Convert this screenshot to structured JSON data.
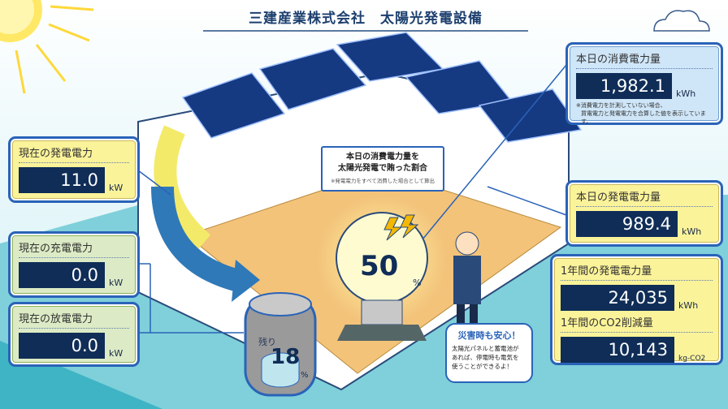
{
  "header": {
    "title": "三建産業株式会社　太陽光発電設備"
  },
  "left": {
    "current_generation": {
      "label": "現在の発電電力",
      "value": "11.0",
      "unit": "kW"
    },
    "current_charge": {
      "label": "現在の充電電力",
      "value": "0.0",
      "unit": "kW"
    },
    "current_discharge": {
      "label": "現在の放電電力",
      "value": "0.0",
      "unit": "kW"
    }
  },
  "right": {
    "today_consumption": {
      "label": "本日の消費電力量",
      "value": "1,982.1",
      "unit": "kWh",
      "note1": "※消費電力を計測していない場合、",
      "note2": "買電電力と発電電力を合算した値を表示しています。"
    },
    "today_generation": {
      "label": "本日の発電電力量",
      "value": "989.4",
      "unit": "kWh"
    },
    "year_generation": {
      "label": "1年間の発電電力量",
      "value": "24,035",
      "unit": "kWh"
    },
    "year_co2": {
      "label": "1年間のCO2削減量",
      "value": "10,143",
      "unit": "kg-CO2"
    }
  },
  "center": {
    "line1": "本日の消費電力量を",
    "line2": "太陽光発電で賄った割合",
    "note": "※発電電力をすべて消費した場合として算出",
    "ratio": "50",
    "ratio_unit": "%"
  },
  "battery": {
    "label": "残り",
    "value": "18",
    "unit": "%",
    "level_percent": 18
  },
  "bubble": {
    "title": "災害時も安心！",
    "line1": "太陽光パネルと蓄電池が",
    "line2": "あれば、停電時も電気を",
    "line3": "使うことができるよ！"
  },
  "colors": {
    "navy": "#0f2d57",
    "border": "#2a63b8",
    "yellow": "#fbf39a",
    "green": "#dcebc5",
    "blue": "#cfe6f8"
  }
}
